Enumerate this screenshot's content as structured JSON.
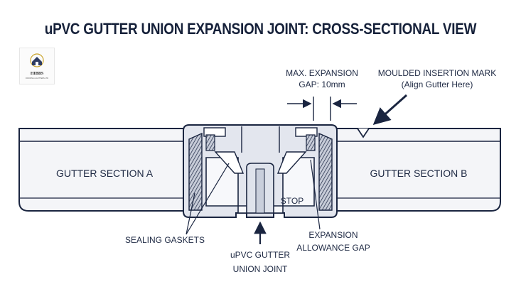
{
  "title": "uPVC GUTTER UNION EXPANSION JOINT: CROSS-SECTIONAL VIEW",
  "logo": {
    "name": "HIBBS",
    "tagline": "ROOFING & GUTTERS LTD"
  },
  "labels": {
    "gap_line1": "MAX. EXPANSION",
    "gap_line2": "GAP: 10mm",
    "mark_line1": "MOULDED INSERTION MARK",
    "mark_line2": "(Align Gutter Here)",
    "section_a": "GUTTER SECTION A",
    "section_b": "GUTTER SECTION B",
    "stop": "STOP",
    "gaskets": "SEALING GASKETS",
    "joint_line1": "uPVC GUTTER",
    "joint_line2": "UNION JOINT",
    "allow_line1": "EXPANSION",
    "allow_line2": "ALLOWANCE GAP"
  },
  "colors": {
    "ink": "#1a2540",
    "gutter_fill": "#f4f5f8",
    "joint_fill": "#e3e6ee",
    "gasket": "#6f7b93"
  }
}
